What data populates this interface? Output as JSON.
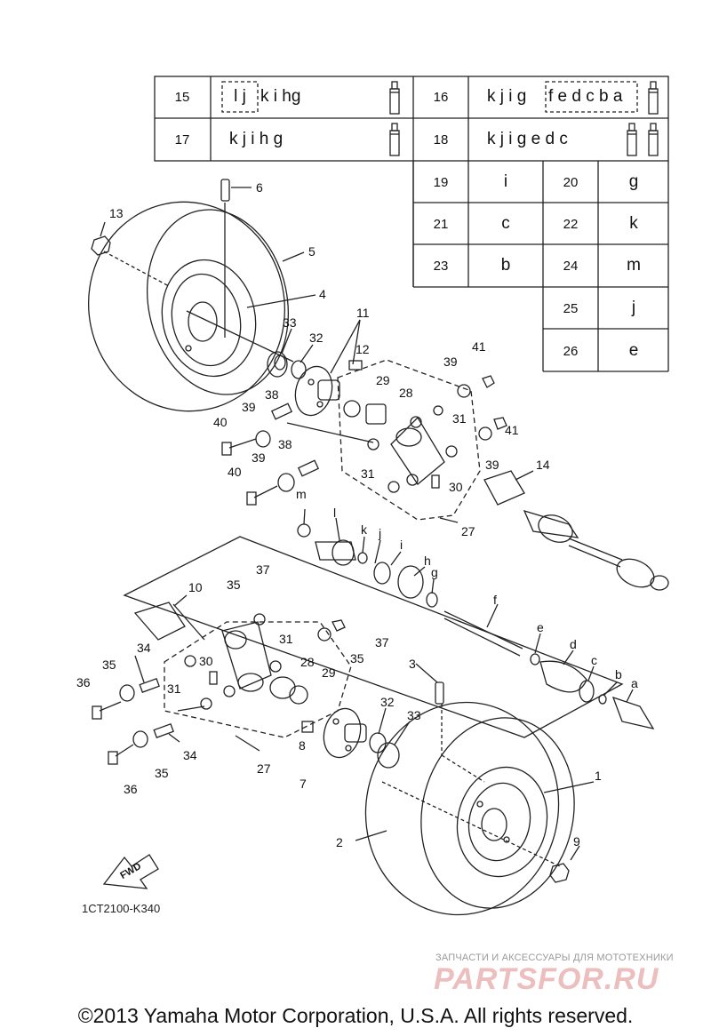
{
  "lube_table": {
    "top_rows": [
      {
        "ref": "15",
        "boxed": "l j",
        "letters": "k i hg",
        "tubes": 1
      },
      {
        "ref": "16",
        "boxed": "f e d c b a",
        "letters": "k j i g",
        "tubes": 1
      },
      {
        "ref": "17",
        "boxed": "",
        "letters": "k j i h g",
        "tubes": 1
      },
      {
        "ref": "18",
        "boxed": "",
        "letters": "k j i g e d c",
        "tubes": 2
      }
    ],
    "grid": [
      {
        "ref": "19",
        "code": "i"
      },
      {
        "ref": "20",
        "code": "g"
      },
      {
        "ref": "21",
        "code": "c"
      },
      {
        "ref": "22",
        "code": "k"
      },
      {
        "ref": "23",
        "code": "b"
      },
      {
        "ref": "24",
        "code": "m"
      },
      {
        "ref": "25",
        "code": "j"
      },
      {
        "ref": "26",
        "code": "e"
      }
    ]
  },
  "callouts": {
    "c1": "1",
    "c2": "2",
    "c3": "3",
    "c4": "4",
    "c5": "5",
    "c6": "6",
    "c7": "7",
    "c8": "8",
    "c9": "9",
    "c10": "10",
    "c11": "11",
    "c12": "12",
    "c13": "13",
    "c14": "14",
    "c27a": "27",
    "c27b": "27",
    "c28a": "28",
    "c28b": "28",
    "c29a": "29",
    "c29b": "29",
    "c30a": "30",
    "c30b": "30",
    "c31a": "31",
    "c31b": "31",
    "c31c": "31",
    "c31d": "31",
    "c32a": "32",
    "c32b": "32",
    "c33a": "33",
    "c33b": "33",
    "c34a": "34",
    "c34b": "34",
    "c35a": "35",
    "c35b": "35",
    "c35c": "35",
    "c35d": "35",
    "c36a": "36",
    "c36b": "36",
    "c37a": "37",
    "c37b": "37",
    "c38a": "38",
    "c38b": "38",
    "c39a": "39",
    "c39b": "39",
    "c39c": "39",
    "c39d": "39",
    "c40a": "40",
    "c40b": "40",
    "c41a": "41",
    "c41b": "41",
    "la": "a",
    "lb": "b",
    "lc": "c",
    "ld": "d",
    "le": "e",
    "lf": "f",
    "lg": "g",
    "lh": "h",
    "li": "i",
    "lj": "j",
    "lk": "k",
    "ll": "l",
    "lm": "m"
  },
  "fwd_label": "FWD",
  "diagram_code": "1CT2100-K340",
  "watermark": {
    "tagline": "ЗАПЧАСТИ И АКСЕССУАРЫ ДЛЯ МОТОТЕХНИКИ",
    "brand": "PARTSFOR.RU"
  },
  "copyright": "©2013 Yamaha Motor Corporation, U.S.A. All rights reserved."
}
